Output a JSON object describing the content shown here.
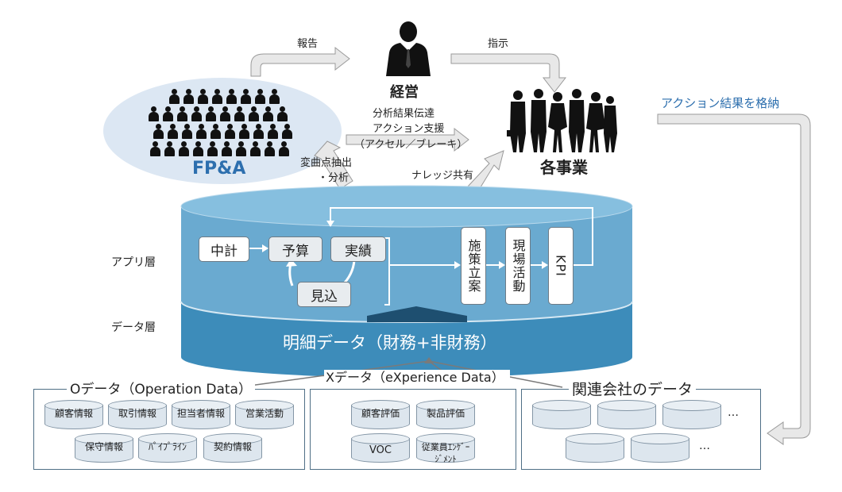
{
  "top": {
    "report": "報告",
    "instruct": "指示",
    "management": "経営",
    "guidance": [
      "分析結果伝達",
      "アクション支援",
      "（アクセル／ブレーキ）"
    ],
    "fpa": "FP&A",
    "inflection": [
      "変曲点抽出",
      "・分析"
    ],
    "knowledge": "ナレッジ共有",
    "business": "各事業",
    "store_result": "アクション結果を格納"
  },
  "layers": {
    "app": "アプリ層",
    "data": "データ層"
  },
  "db": {
    "midterm": "中計",
    "budget": "予算",
    "actual": "実績",
    "forecast": "見込",
    "measure": "施策立案",
    "field": "現場活動",
    "kpi": "KPI",
    "detail": "明細データ（財務+非財務）"
  },
  "sources": {
    "o_title": "Oデータ（Operation Data）",
    "x_title": "Xデータ（eXperience Data）",
    "r_title": "関連会社のデータ",
    "o_items": [
      "顧客情報",
      "取引情報",
      "担当者情報",
      "営業活動",
      "保守情報",
      "ﾊﾟｲﾌﾟﾗｲﾝ",
      "契約情報"
    ],
    "x_items": [
      "顧客評価",
      "製品評価",
      "VOC",
      "従業員ｴﾝｹﾞｰｼﾞﾒﾝﾄ"
    ],
    "ellipsis": "…"
  }
}
